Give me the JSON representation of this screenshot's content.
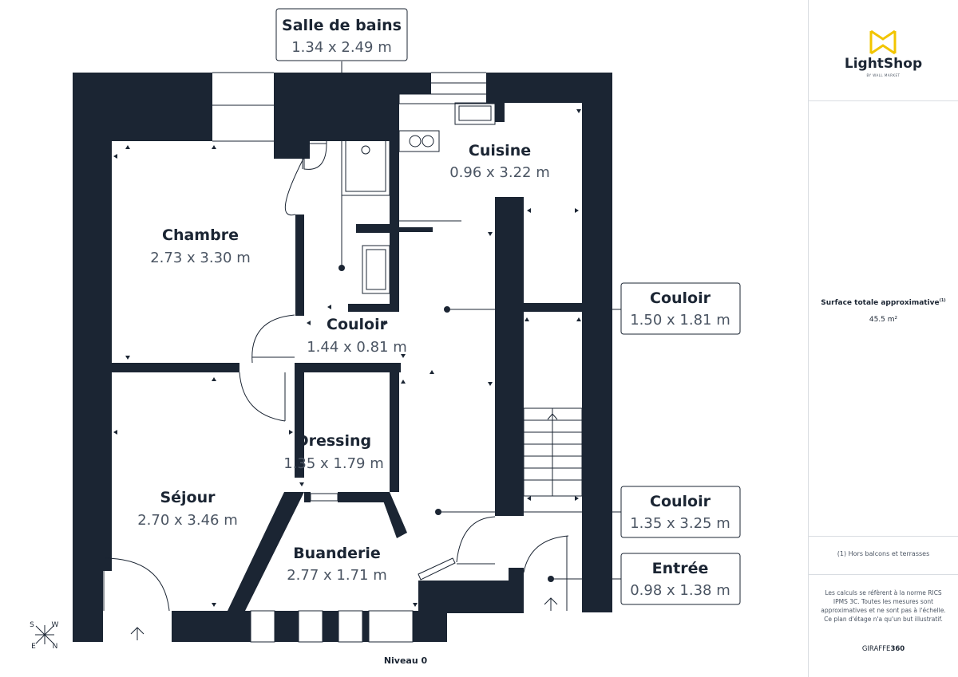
{
  "plan": {
    "level_label": "Niveau 0",
    "compass": {
      "n": "N",
      "s": "S",
      "e": "E",
      "w": "W"
    }
  },
  "rooms": {
    "chambre": {
      "name": "Chambre",
      "dims": "2.73 x 3.30 m"
    },
    "cuisine": {
      "name": "Cuisine",
      "dims": "0.96 x 3.22 m"
    },
    "couloir_small": {
      "name": "Couloir",
      "dims": "1.44 x 0.81 m"
    },
    "dressing": {
      "name": "Dressing",
      "dims": "1.35 x 1.79 m"
    },
    "sejour": {
      "name": "Séjour",
      "dims": "2.70 x 3.46 m"
    },
    "buanderie": {
      "name": "Buanderie",
      "dims": "2.77 x 1.71 m"
    }
  },
  "callouts": {
    "salle_de_bains": {
      "name": "Salle de bains",
      "dims": "1.34 x 2.49 m"
    },
    "couloir_a": {
      "name": "Couloir",
      "dims": "1.50 x 1.81 m"
    },
    "couloir_b": {
      "name": "Couloir",
      "dims": "1.35 x 3.25 m"
    },
    "entree": {
      "name": "Entrée",
      "dims": "0.98 x 1.38 m"
    }
  },
  "sidebar": {
    "brand_name": "LightShop",
    "brand_tagline": "BY WALL MARKET",
    "surface_label": "Surface totale approximative",
    "surface_note_ref": "(1)",
    "surface_value": "45.5 m²",
    "footnote": "(1) Hors balcons et terrasses",
    "disclaimer": "Les calculs se réfèrent à la norme RICS IPMS 3C. Toutes les mesures sont approximatives et ne sont pas à l'échelle. Ce plan d'étage n'a qu'un but illustratif.",
    "credit_prefix": "GIRAFFE",
    "credit_suffix": "360"
  },
  "colors": {
    "wall": "#1b2533",
    "brand_accent": "#f2c500",
    "room_dims": "#4b5563"
  }
}
